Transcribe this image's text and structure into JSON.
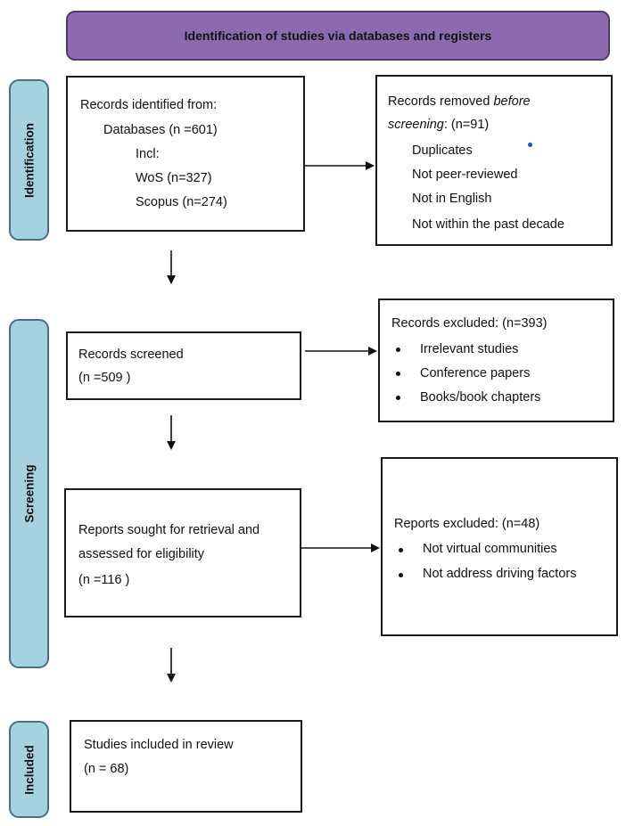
{
  "header": {
    "title": "Identification of studies via databases and registers"
  },
  "phases": {
    "identification": "Identification",
    "screening": "Screening",
    "included": "Included"
  },
  "identified": {
    "title": "Records identified from:",
    "databases": "Databases (n =601)",
    "incl": "Incl:",
    "wos": "WoS (n=327)",
    "scopus": "Scopus (n=274)"
  },
  "removed": {
    "title_prefix": "Records removed ",
    "title_italic": "before",
    "title_line2_italic": "screening",
    "title_line2_rest": ": (n=91)",
    "items": [
      "Duplicates",
      "Not peer-reviewed",
      "Not in English",
      "Not within the past decade"
    ]
  },
  "screened": {
    "title": "Records screened",
    "count": "(n =509 )"
  },
  "excluded_records": {
    "title": "Records excluded: (n=393)",
    "items": [
      "Irrelevant studies",
      "Conference papers",
      "Books/book chapters"
    ]
  },
  "retrieval": {
    "line1": "Reports sought for retrieval and",
    "line2": "assessed for eligibility",
    "count": "(n =116 )"
  },
  "excluded_reports": {
    "title": "Reports excluded: (n=48)",
    "items": [
      "Not virtual communities",
      "Not address driving factors"
    ]
  },
  "included": {
    "title": "Studies included in review",
    "count": "(n = 68)"
  },
  "colors": {
    "header_fill": "#8b6aaf",
    "phase_fill": "#a5d1e1",
    "stray_dot": "#1f4fd1"
  }
}
